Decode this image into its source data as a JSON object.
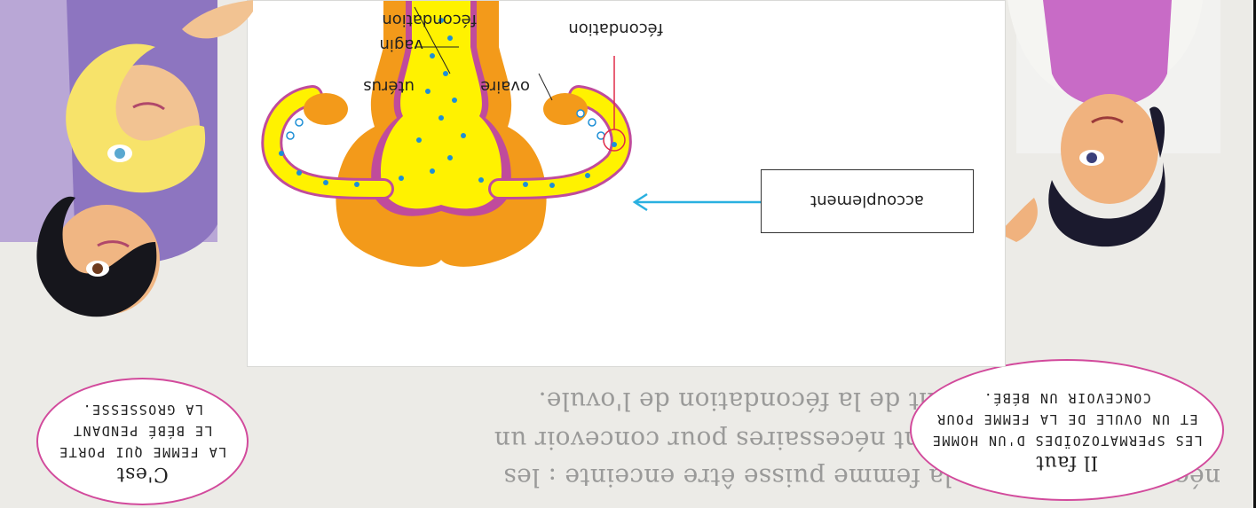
{
  "background_text": {
    "line1": "nécessaire pour que la femme puisse être enceinte : les",
    "line2": "spermatozoïdes sont nécessaires pour concevoir un",
    "line3": "bébé au moment de la fécondation de l'ovule."
  },
  "diagram": {
    "box_label": "accouplement",
    "label_uterus": "utérus",
    "label_vagin": "vagin",
    "label_ovaire": "ovaire",
    "label_fecondation_top": "fécondation",
    "label_fecondation_side": "fécondation"
  },
  "bubble_right": {
    "lead": "Il faut",
    "line1": "LES SPERMATOZOÏDES D'UN HOMME",
    "line2": "ET UN OVULE DE LA FEMME POUR",
    "line3": "CONCEVOIR UN BÉBÉ."
  },
  "bubble_left": {
    "lead": "C'est",
    "line1": "LA FEMME QUI PORTE",
    "line2": "LE BÉBÉ PENDANT",
    "line3": "LA GROSSESSE."
  },
  "colors": {
    "bubble_border": "#d24a9c",
    "arrow": "#2ab0e0",
    "uterus_orange": "#f39a1a",
    "inner_yellow": "#fff200",
    "sperm_blue": "#1e8fd6"
  }
}
